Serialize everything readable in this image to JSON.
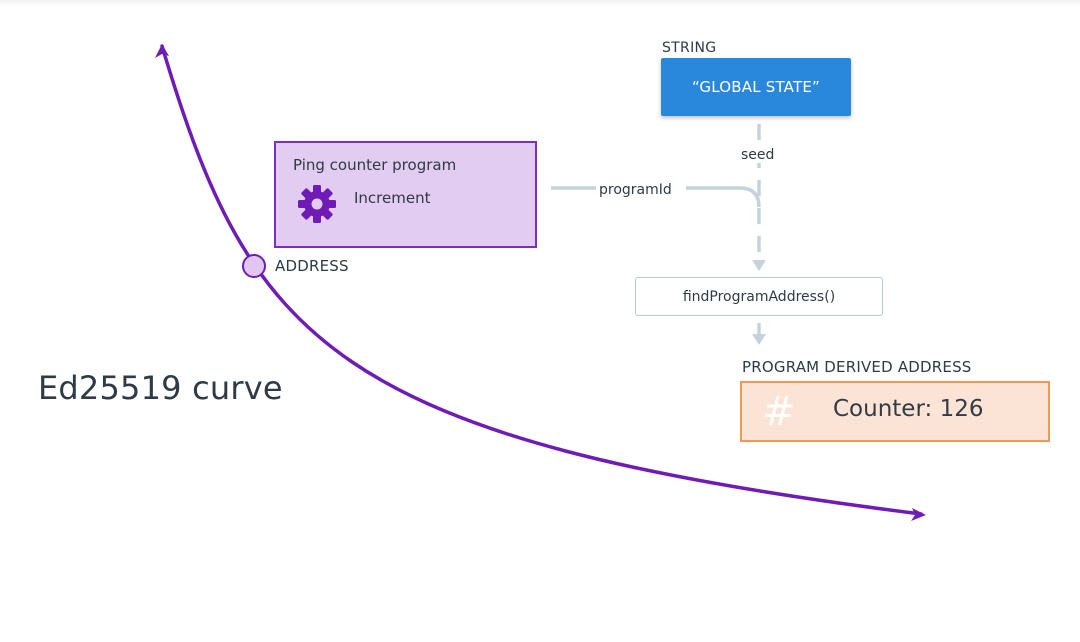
{
  "string_node": {
    "type_label": "STRING",
    "value": "“GLOBAL STATE”"
  },
  "program_node": {
    "title": "Ping counter program",
    "action_label": "Increment",
    "icon": "gear-icon"
  },
  "connectors": {
    "seed_label": "seed",
    "program_id_label": "programId"
  },
  "function_node": {
    "label": "findProgramAddress()"
  },
  "pda_node": {
    "type_label": "PROGRAM DERIVED ADDRESS",
    "icon": "hash-icon",
    "icon_glyph": "#",
    "value": "Counter: 126"
  },
  "curve": {
    "point_label": "ADDRESS",
    "name": "Ed25519 curve"
  },
  "colors": {
    "curve": "#6f1cb6",
    "string_box": "#2a88dc",
    "program_fill": "#e3ccf1",
    "program_border": "#7b2fc0",
    "connector": "#c4d2dc",
    "pda_fill": "#fbe3d6",
    "pda_border": "#ee9a56",
    "address_point": "#e0c6f0"
  }
}
